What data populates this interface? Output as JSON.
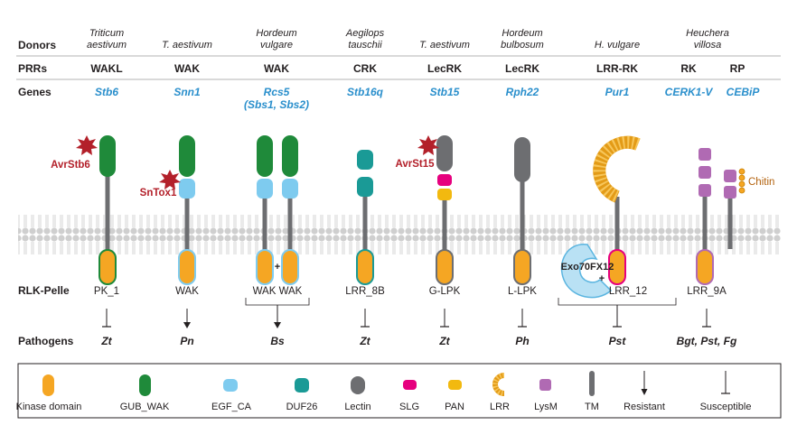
{
  "row_labels": {
    "donors": "Donors",
    "prrs": "PRRs",
    "genes": "Genes",
    "rlk_pelle": "RLK-Pelle",
    "pathogens": "Pathogens"
  },
  "columns": [
    {
      "donor": [
        "Triticum",
        "aestivum"
      ],
      "prr": "WAKL",
      "gene": [
        "Stb6"
      ],
      "rlk": "PK_1",
      "pathogen": "Zt",
      "effector": "AvrStb6",
      "outcome": "susceptible"
    },
    {
      "donor": [
        "T. aestivum"
      ],
      "prr": "WAK",
      "gene": [
        "Snn1"
      ],
      "rlk": "WAK",
      "pathogen": "Pn",
      "effector": "SnTox1",
      "outcome": "resistant"
    },
    {
      "donor": [
        "Hordeum",
        "vulgare"
      ],
      "prr": "WAK",
      "gene": [
        "Rcs5",
        "(Sbs1, Sbs2)"
      ],
      "rlk": "WAK WAK",
      "pathogen": "Bs",
      "effector": "",
      "outcome": "resistant"
    },
    {
      "donor": [
        "Aegilops",
        "tauschii"
      ],
      "prr": "CRK",
      "gene": [
        "Stb16q"
      ],
      "rlk": "LRR_8B",
      "pathogen": "Zt",
      "effector": "",
      "outcome": "susceptible"
    },
    {
      "donor": [
        "T. aestivum"
      ],
      "prr": "LecRK",
      "gene": [
        "Stb15"
      ],
      "rlk": "G-LPK",
      "pathogen": "Zt",
      "effector": "AvrSt15",
      "outcome": "susceptible"
    },
    {
      "donor": [
        "Hordeum",
        "bulbosum"
      ],
      "prr": "LecRK",
      "gene": [
        "Rph22"
      ],
      "rlk": "L-LPK",
      "pathogen": "Ph",
      "effector": "",
      "outcome": "susceptible"
    },
    {
      "donor": [
        "H. vulgare"
      ],
      "prr": "LRR-RK",
      "gene": [
        "Pur1"
      ],
      "rlk": "LRR_12",
      "pathogen": "Pst",
      "effector": "Exo70FX12",
      "outcome": "susceptible"
    },
    {
      "donor": [
        "Heuchera",
        "villosa"
      ],
      "prr": "RK",
      "prr2": "RP",
      "gene": [
        "CERK1-V"
      ],
      "gene2": "CEBiP",
      "rlk": "LRR_9A",
      "pathogen": "Bgt, Pst, Fg",
      "effector": "",
      "outcome": "susceptible"
    }
  ],
  "extras": {
    "chitin_label": "Chitin",
    "plus": "+"
  },
  "legend": {
    "items": [
      {
        "label": "Kinase domain",
        "icon": "kinase-icon"
      },
      {
        "label": "GUB_WAK",
        "icon": "gub-wak-icon"
      },
      {
        "label": "EGF_CA",
        "icon": "egf-ca-icon"
      },
      {
        "label": "DUF26",
        "icon": "duf26-icon"
      },
      {
        "label": "Lectin",
        "icon": "lectin-icon"
      },
      {
        "label": "SLG",
        "icon": "slg-icon"
      },
      {
        "label": "PAN",
        "icon": "pan-icon"
      },
      {
        "label": "LRR",
        "icon": "lrr-icon"
      },
      {
        "label": "LysM",
        "icon": "lysm-icon"
      },
      {
        "label": "TM",
        "icon": "tm-icon"
      },
      {
        "label": "Resistant",
        "icon": "resistant-arrow-icon"
      },
      {
        "label": "Susceptible",
        "icon": "susceptible-tbar-icon"
      }
    ]
  },
  "colors": {
    "kinase": "#f5a623",
    "gub_wak": "#1f8a3a",
    "egf_ca": "#7ecbef",
    "duf26": "#1a9a96",
    "lectin": "#6d6e71",
    "slg": "#e6007e",
    "pan": "#f2b90f",
    "lrr": "#e39b17",
    "lysm": "#b06ab3",
    "tm": "#6d6e71",
    "gene_text": "#2a8fcc",
    "effector": "#b3202a",
    "text": "#231f20",
    "membrane": "#c8c8c8"
  }
}
